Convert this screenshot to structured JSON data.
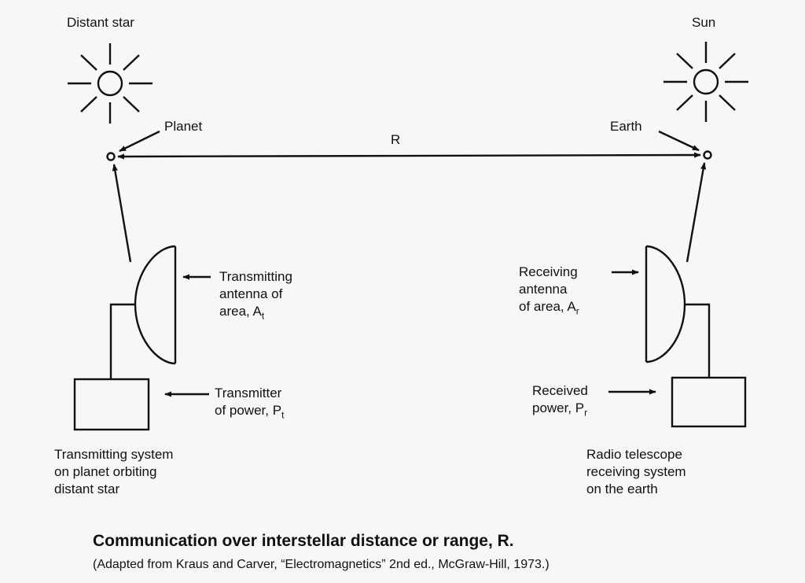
{
  "labels": {
    "distant_star": "Distant star",
    "sun": "Sun",
    "planet": "Planet",
    "earth": "Earth",
    "range": "R",
    "tx_antenna_l1": "Transmitting",
    "tx_antenna_l2": "antenna of",
    "tx_antenna_l3": "area, A",
    "tx_antenna_sub": "t",
    "rx_antenna_l1": "Receiving",
    "rx_antenna_l2": "antenna",
    "rx_antenna_l3": "of area, A",
    "rx_antenna_sub": "r",
    "transmitter_l1": "Transmitter",
    "transmitter_l2": "of power, P",
    "transmitter_sub": "t",
    "received_l1": "Received",
    "received_l2": "power, P",
    "received_sub": "r",
    "tx_system_l1": "Transmitting system",
    "tx_system_l2": "on planet orbiting",
    "tx_system_l3": "distant star",
    "rx_system_l1": "Radio telescope",
    "rx_system_l2": "receiving system",
    "rx_system_l3": "on the earth"
  },
  "caption": {
    "title": "Communication over interstellar distance or range, R.",
    "subtitle": "(Adapted from Kraus and Carver, “Electromagnetics” 2nd ed., McGraw-Hill, 1973.)"
  },
  "colors": {
    "ink": "#111111",
    "paper": "#f7f7f5"
  },
  "icons": [
    "sun-icon",
    "star-icon",
    "dish-antenna-icon",
    "arrow-icon"
  ]
}
